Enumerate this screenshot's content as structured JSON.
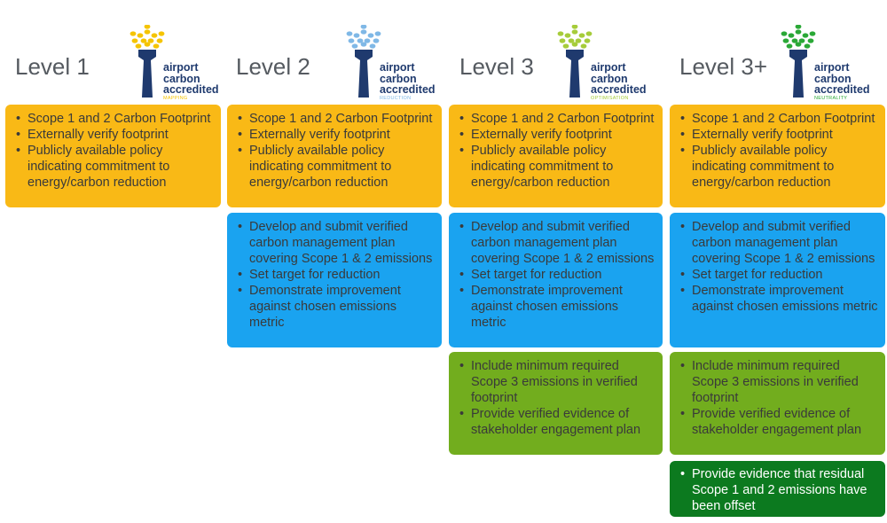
{
  "colors": {
    "scope12": "#f9b916",
    "management": "#1aa3f0",
    "scope3": "#72ad1e",
    "neutrality": "#0c7a1f",
    "brand_navy": "#1f3a6e"
  },
  "levels": [
    {
      "title": "Level 1",
      "logo": {
        "text": [
          "airport",
          "carbon",
          "accredited"
        ],
        "sub": "MAPPING",
        "accent": "#f5c400"
      }
    },
    {
      "title": "Level 2",
      "logo": {
        "text": [
          "airport",
          "carbon",
          "accredited"
        ],
        "sub": "REDUCTION",
        "accent": "#7fb8e6"
      }
    },
    {
      "title": "Level 3",
      "logo": {
        "text": [
          "airport",
          "carbon",
          "accredited"
        ],
        "sub": "OPTIMISATION",
        "accent": "#a6cc3a"
      }
    },
    {
      "title": "Level 3+",
      "logo": {
        "text": [
          "airport",
          "carbon",
          "accredited"
        ],
        "sub": "NEUTRALITY",
        "accent": "#2aa836"
      }
    }
  ],
  "requirements": {
    "scope12": [
      "Scope 1 and 2 Carbon Footprint",
      "Externally verify footprint",
      "Publicly available policy indicating commitment to energy/carbon reduction"
    ],
    "management": [
      "Develop and submit verified carbon management plan covering Scope 1 & 2 emissions",
      "Set target for reduction",
      "Demonstrate improvement against chosen emissions metric"
    ],
    "scope3": [
      "Include minimum required Scope 3 emissions in verified footprint",
      "Provide verified evidence of stakeholder engagement plan"
    ],
    "neutrality": [
      "Provide evidence that residual Scope 1 and 2 emissions have been offset"
    ]
  }
}
